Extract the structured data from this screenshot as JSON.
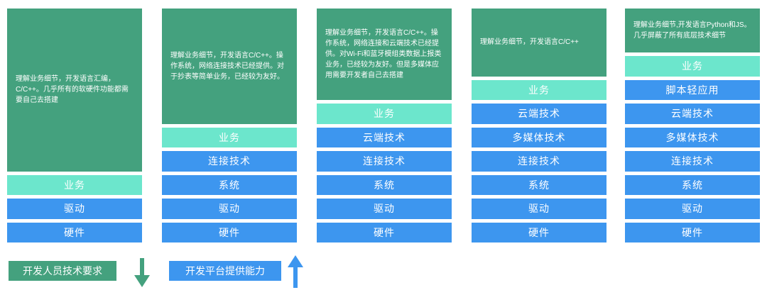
{
  "colors": {
    "description": "#44a17e",
    "layer_blue": "#3d96ef",
    "layer_teal": "#6ce6cc",
    "arrow_down": "#44a17e",
    "arrow_up": "#3d96ef"
  },
  "columns": [
    {
      "description": "理解业务细节，开发语言汇编，C/C++。几乎所有的软硬件功能都需要自己去搭建",
      "layers": [
        "业务",
        "驱动",
        "硬件"
      ]
    },
    {
      "description": "理解业务细节，开发语言C/C++。操作系统，网络连接技术已经提供。对于抄表等简单业务，已经较为友好。",
      "layers": [
        "业务",
        "连接技术",
        "系统",
        "驱动",
        "硬件"
      ]
    },
    {
      "description": "理解业务细节，开发语言C/C++。操作系统，网络连接和云端技术已经提供。对Wi-Fi和蓝牙模组类数据上报类业务，已经较为友好。但是多媒体应用需要开发者自己去搭建",
      "layers": [
        "业务",
        "云端技术",
        "连接技术",
        "系统",
        "驱动",
        "硬件"
      ]
    },
    {
      "description": "理解业务细节，开发语言C/C++",
      "layers": [
        "业务",
        "云端技术",
        "多媒体技术",
        "连接技术",
        "系统",
        "驱动",
        "硬件"
      ]
    },
    {
      "description": "理解业务细节,开发语言Python和JS。几乎屏蔽了所有底层技术细节",
      "layers": [
        "业务",
        "脚本轻应用",
        "云端技术",
        "多媒体技术",
        "连接技术",
        "系统",
        "驱动",
        "硬件"
      ]
    }
  ],
  "legend": {
    "developer_requirement": "开发人员技术要求",
    "platform_capability": "开发平台提供能力"
  }
}
